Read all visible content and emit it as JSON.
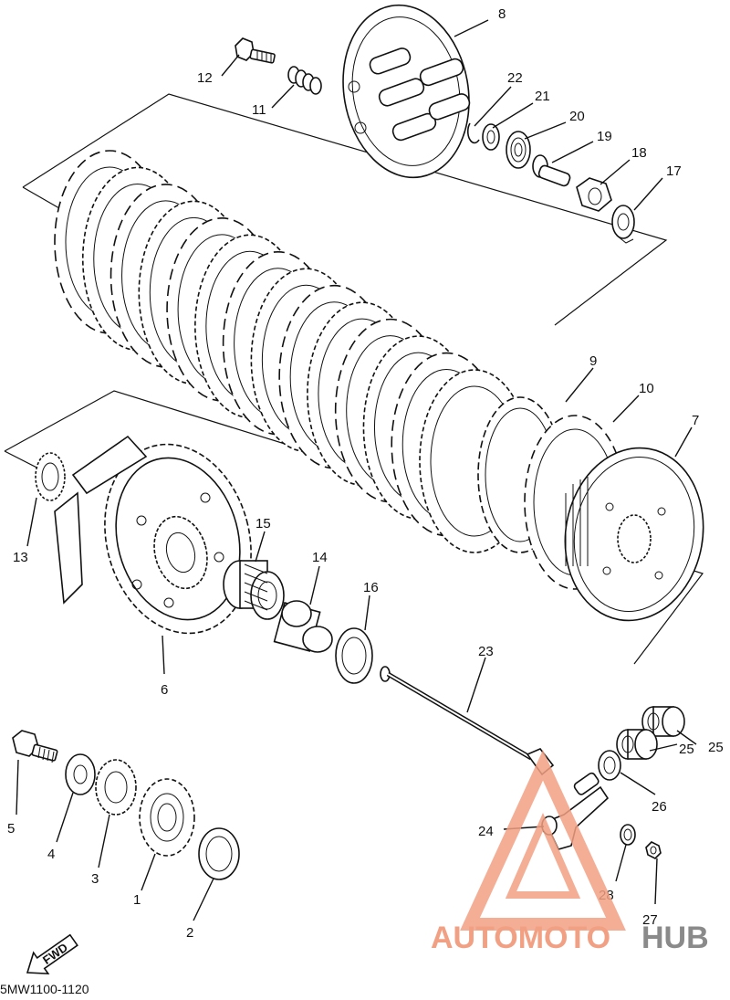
{
  "diagram": {
    "callouts": [
      "1",
      "2",
      "3",
      "4",
      "5",
      "6",
      "7",
      "8",
      "9",
      "10",
      "11",
      "12",
      "13",
      "14",
      "15",
      "16",
      "17",
      "18",
      "19",
      "20",
      "21",
      "22",
      "23",
      "24",
      "25",
      "25",
      "26",
      "27",
      "28"
    ],
    "diagram_code": "5MW1100-1120",
    "fwd_label": "FWD",
    "watermark": {
      "part1": "AUTOMOTO",
      "part2": "HUB",
      "color_accent": "#f2a083",
      "color_gray": "#8a8a8a"
    }
  }
}
